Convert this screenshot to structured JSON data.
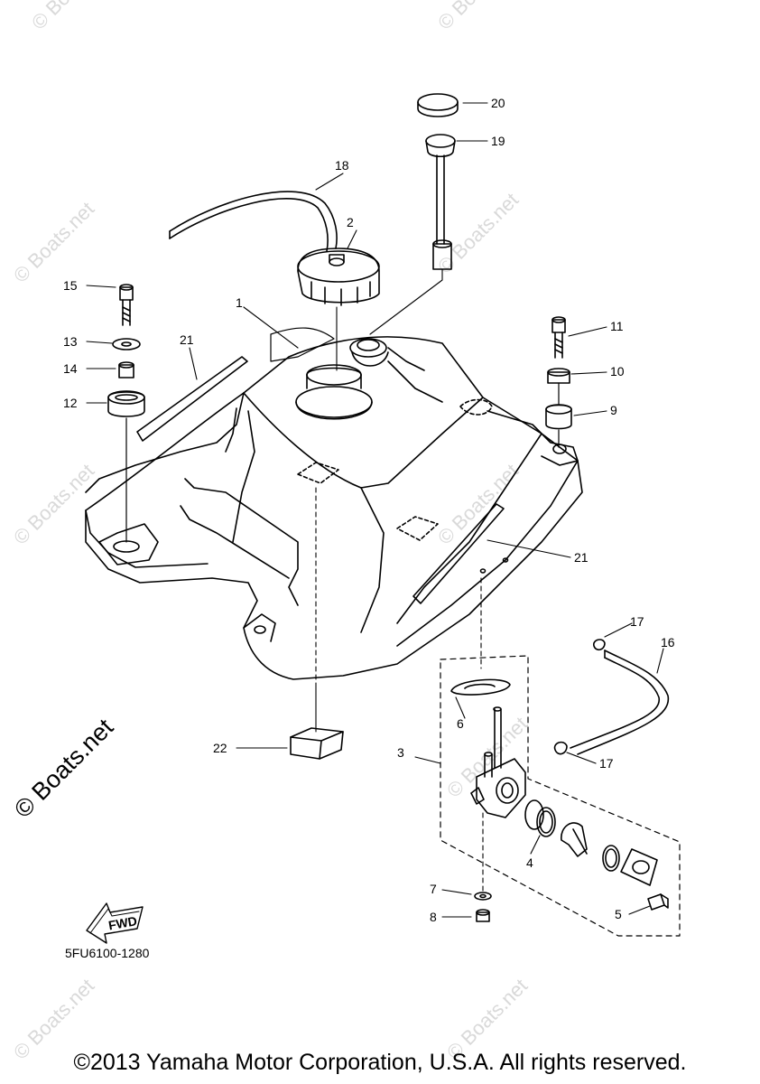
{
  "parts": {
    "p1": "1",
    "p2": "2",
    "p3": "3",
    "p4": "4",
    "p5": "5",
    "p6": "6",
    "p7": "7",
    "p8": "8",
    "p9": "9",
    "p10": "10",
    "p11": "11",
    "p12": "12",
    "p13": "13",
    "p14": "14",
    "p15": "15",
    "p16": "16",
    "p17a": "17",
    "p17b": "17",
    "p18": "18",
    "p19": "19",
    "p20": "20",
    "p21a": "21",
    "p21b": "21",
    "p22": "22"
  },
  "fwd_label": "FWD",
  "diagram_code": "5FU6100-1280",
  "watermark": "© Boats.net",
  "copyright": "©2013 Yamaha Motor Corporation, U.S.A. All rights reserved."
}
